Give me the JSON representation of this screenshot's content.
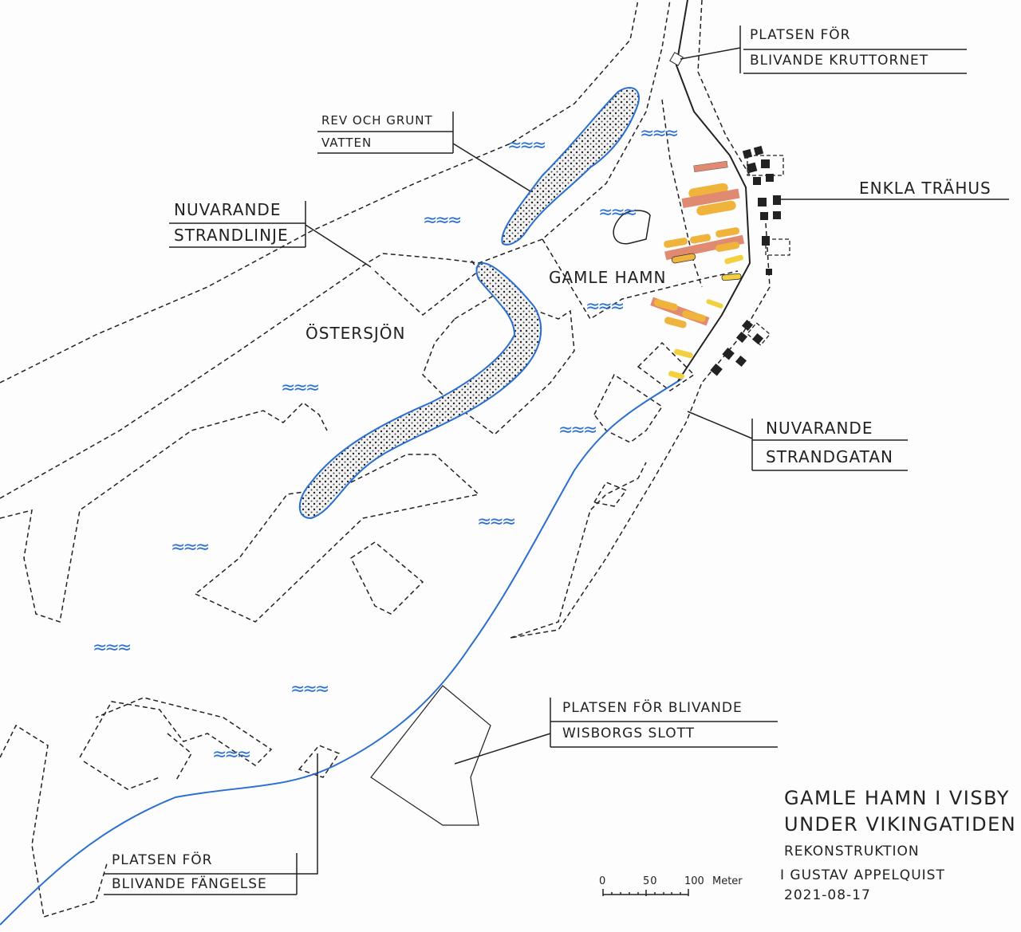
{
  "title": {
    "line1": "GAMLE HAMN I VISBY",
    "line2": "UNDER VIKINGATIDEN",
    "subtitle": "REKONSTRUKTION",
    "author": "I GUSTAV APPELQUIST",
    "date": "2021-08-17"
  },
  "scale": {
    "tick0": "0",
    "tick50": "50",
    "tick100": "100",
    "unit": "Meter"
  },
  "labels": {
    "kruttornet": [
      "PLATSEN FÖR",
      "BLIVANDE KRUTTORNET"
    ],
    "rev": [
      "REV OCH GRUNT",
      "VATTEN"
    ],
    "strandlinje": [
      "NUVARANDE",
      "STRANDLINJE"
    ],
    "ostersjon": "ÖSTERSJÖN",
    "gamle_hamn": "GAMLE HAMN",
    "trahus": "ENKLA TRÄHUS",
    "strandgatan": [
      "NUVARANDE",
      "STRANDGATAN"
    ],
    "slott": [
      "PLATSEN FÖR BLIVANDE",
      "WISBORGS SLOTT"
    ],
    "fangelse": [
      "PLATSEN FÖR",
      "BLIVANDE FÄNGELSE"
    ]
  },
  "colors": {
    "water": "#2a6fd0",
    "house_orange": "#f0b43c",
    "house_salmon": "#e08a72",
    "house_yellow": "#f2d040",
    "black": "#222222"
  },
  "water_symbol": "≈≈≈"
}
